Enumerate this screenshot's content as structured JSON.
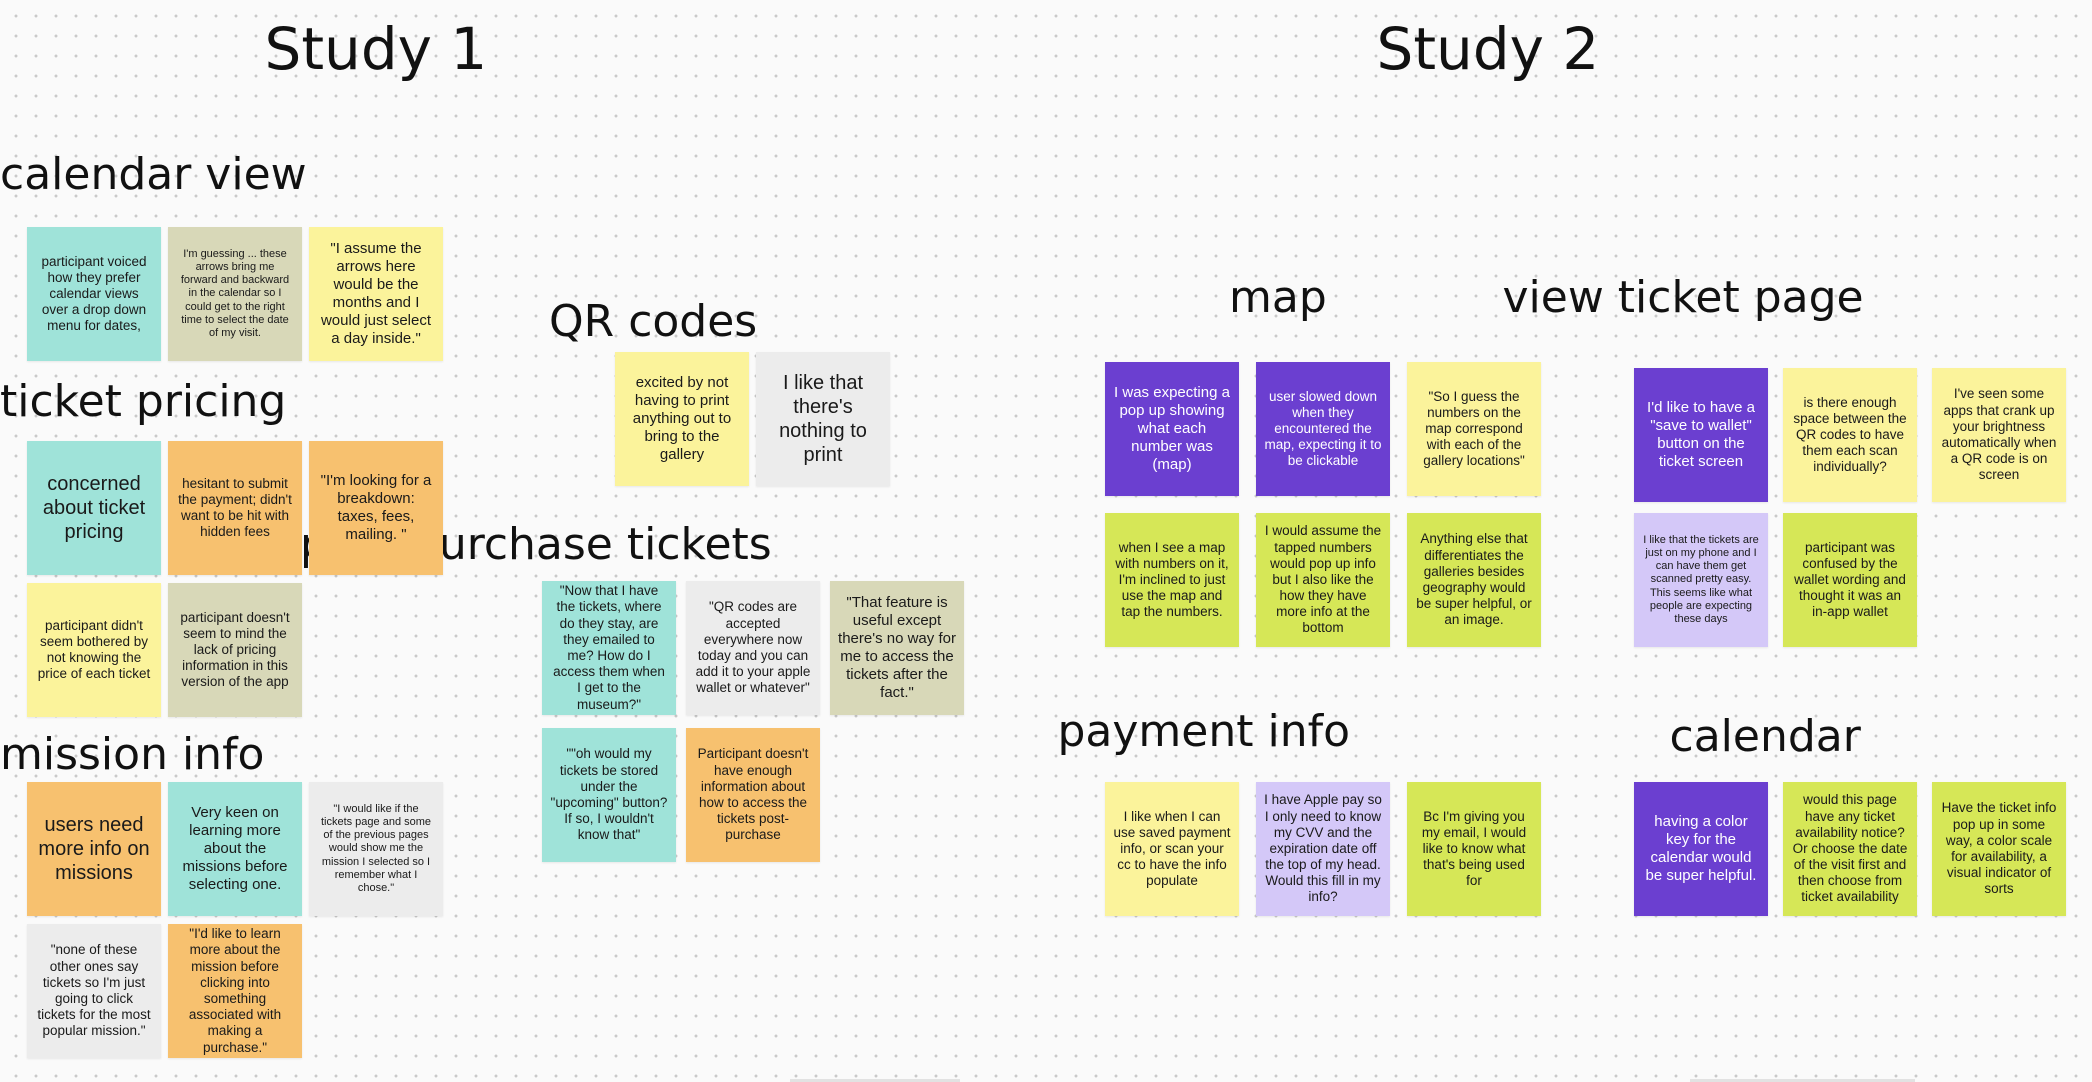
{
  "studies": [
    {
      "title": "Study 1",
      "clusters": [
        {
          "title": "calendar view",
          "notes": [
            {
              "text": "participant voiced how they prefer calendar views over a drop down menu for dates,",
              "color": "teal",
              "size": "m"
            },
            {
              "text": "I'm guessing ... these arrows bring me forward and backward in the calendar so I could get to the right time to select the date of my visit.",
              "color": "khaki",
              "size": "s"
            },
            {
              "text": "\"I assume the arrows here would be the months and I would just select a day inside.\"",
              "color": "yellow",
              "size": "l"
            }
          ]
        },
        {
          "title": "ticket pricing",
          "notes": [
            {
              "text": "concerned about ticket pricing",
              "color": "teal",
              "size": "xl"
            },
            {
              "text": "hesitant to submit the payment; didn't want to be hit with hidden fees",
              "color": "orange",
              "size": "m"
            },
            {
              "text": "\"I'm looking for a breakdown: taxes, fees, mailing. \"",
              "color": "orange",
              "size": "l"
            },
            {
              "text": "participant didn't seem bothered by not knowing the price of each ticket",
              "color": "yellow",
              "size": "m"
            },
            {
              "text": "participant doesn't seem to mind the lack of pricing information in this version of the app",
              "color": "khaki",
              "size": "m"
            }
          ]
        },
        {
          "title": "mission info",
          "notes": [
            {
              "text": "users need more info on missions",
              "color": "orange",
              "size": "xl"
            },
            {
              "text": "Very keen on learning more about the missions before selecting one.",
              "color": "teal",
              "size": "l"
            },
            {
              "text": "\"I would like if the tickets page and some of the previous pages would show me the mission I selected so I remember what I chose.\"",
              "color": "gray",
              "size": "s"
            },
            {
              "text": "\"none of these other ones say tickets so I'm just going to click tickets for the most popular mission.\"",
              "color": "gray",
              "size": "m"
            },
            {
              "text": "\"I'd like to learn more about the mission before clicking into something associated with making a purchase.\"",
              "color": "orange",
              "size": "m"
            }
          ]
        },
        {
          "title": "QR codes",
          "notes": [
            {
              "text": "excited by not having to print anything out to bring to the gallery",
              "color": "yellow",
              "size": "l"
            },
            {
              "text": "I like that there's nothing to print",
              "color": "gray",
              "size": "xl"
            }
          ]
        },
        {
          "title": "post-purchase tickets",
          "notes": [
            {
              "text": "\"Now that I have the tickets, where do they stay, are they emailed to me? How do I access them when I get to the museum?\"",
              "color": "teal",
              "size": "m"
            },
            {
              "text": "\"QR codes are accepted everywhere now today and you can add it to your apple wallet or whatever\"",
              "color": "gray",
              "size": "m"
            },
            {
              "text": "\"That feature is useful except there's no way for me to access the tickets after the fact.\"",
              "color": "khaki",
              "size": "l"
            },
            {
              "text": "\"\"oh would my tickets be stored under the \"upcoming\" button? If so, I wouldn't know that\"",
              "color": "teal",
              "size": "m"
            },
            {
              "text": "Participant doesn't have enough information about how to access the tickets post-purchase",
              "color": "orange",
              "size": "m"
            }
          ]
        }
      ]
    },
    {
      "title": "Study 2",
      "clusters": [
        {
          "title": "map",
          "notes": [
            {
              "text": "I was expecting a pop up showing what each number was (map)",
              "color": "purple",
              "size": "l"
            },
            {
              "text": "user slowed down when they encountered the map, expecting it to be clickable",
              "color": "purple",
              "size": "m"
            },
            {
              "text": "\"So I guess the numbers on the map correspond with each of the gallery locations\"",
              "color": "yellow",
              "size": "m"
            },
            {
              "text": "when I see a map with numbers on it, I'm inclined to just use the map and tap the numbers.",
              "color": "lime",
              "size": "m"
            },
            {
              "text": "I would assume the tapped numbers would pop up info but I also like the how they have more info at the bottom",
              "color": "lime",
              "size": "m"
            },
            {
              "text": "Anything else that differentiates the galleries besides geography would be super helpful, or an image.",
              "color": "lime",
              "size": "m"
            }
          ]
        },
        {
          "title": "view ticket page",
          "notes": [
            {
              "text": "I'd like to have a \"save to wallet\" button on the ticket screen",
              "color": "purple",
              "size": "l"
            },
            {
              "text": "is there enough space between the QR codes to have them each scan individually?",
              "color": "yellow",
              "size": "m"
            },
            {
              "text": "I've seen some apps that crank up your brightness automatically when a QR code is on screen",
              "color": "yellow",
              "size": "m"
            },
            {
              "text": "I like that the tickets are just on my phone and I can have them get scanned pretty easy. This seems like what people are expecting these days",
              "color": "lilac",
              "size": "s"
            },
            {
              "text": "participant was confused by the wallet wording and thought it was an in-app wallet",
              "color": "lime",
              "size": "m"
            }
          ]
        },
        {
          "title": "payment info",
          "notes": [
            {
              "text": "I like when I can use saved payment info, or scan your cc to have the info populate",
              "color": "yellow",
              "size": "m"
            },
            {
              "text": "I have Apple pay so I only need to know my CVV and the expiration date off the top of my head. Would this fill in my info?",
              "color": "lilac",
              "size": "m"
            },
            {
              "text": "Bc I'm giving you my email, I would like to know what that's being used for",
              "color": "lime",
              "size": "m"
            }
          ]
        },
        {
          "title": "calendar",
          "notes": [
            {
              "text": "having a color key for the calendar would be super helpful.",
              "color": "purple",
              "size": "l"
            },
            {
              "text": "would this page have any ticket availability notice? Or choose the date of the visit first and then choose from ticket availability",
              "color": "lime",
              "size": "m"
            },
            {
              "text": "Have the ticket info pop up in some way, a color scale for availability, a visual indicator of sorts",
              "color": "lime",
              "size": "m"
            }
          ]
        }
      ]
    }
  ]
}
